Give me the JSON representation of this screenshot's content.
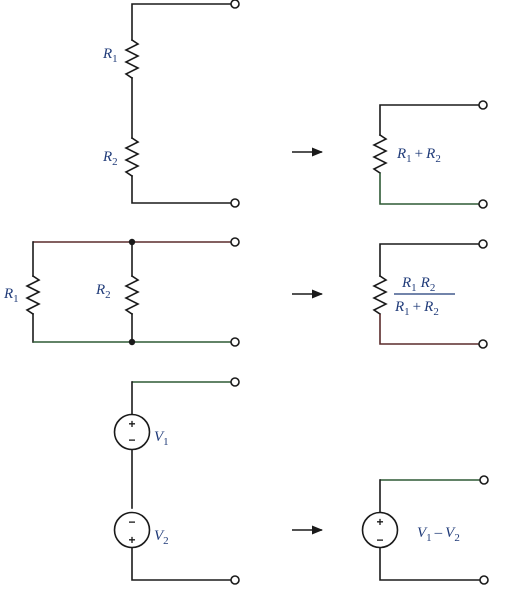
{
  "series_resistors": {
    "r1": {
      "letter": "R",
      "sub": "1"
    },
    "r2": {
      "letter": "R",
      "sub": "2"
    },
    "equivalent": {
      "a_letter": "R",
      "a_sub": "1",
      "plus": "+",
      "b_letter": "R",
      "b_sub": "2"
    }
  },
  "parallel_resistors": {
    "r1": {
      "letter": "R",
      "sub": "1"
    },
    "r2": {
      "letter": "R",
      "sub": "2"
    },
    "equivalent": {
      "num_a_letter": "R",
      "num_a_sub": "1",
      "num_b_letter": "R",
      "num_b_sub": "2",
      "den_a_letter": "R",
      "den_a_sub": "1",
      "den_plus": "+",
      "den_b_letter": "R",
      "den_b_sub": "2"
    }
  },
  "series_sources": {
    "v1": {
      "letter": "V",
      "sub": "1",
      "top_sign": "+",
      "bottom_sign": "−"
    },
    "v2": {
      "letter": "V",
      "sub": "2",
      "top_sign": "−",
      "bottom_sign": "+"
    },
    "equivalent": {
      "a_letter": "V",
      "a_sub": "1",
      "minus": "–",
      "b_letter": "V",
      "b_sub": "2",
      "top_sign": "+",
      "bottom_sign": "−"
    }
  }
}
